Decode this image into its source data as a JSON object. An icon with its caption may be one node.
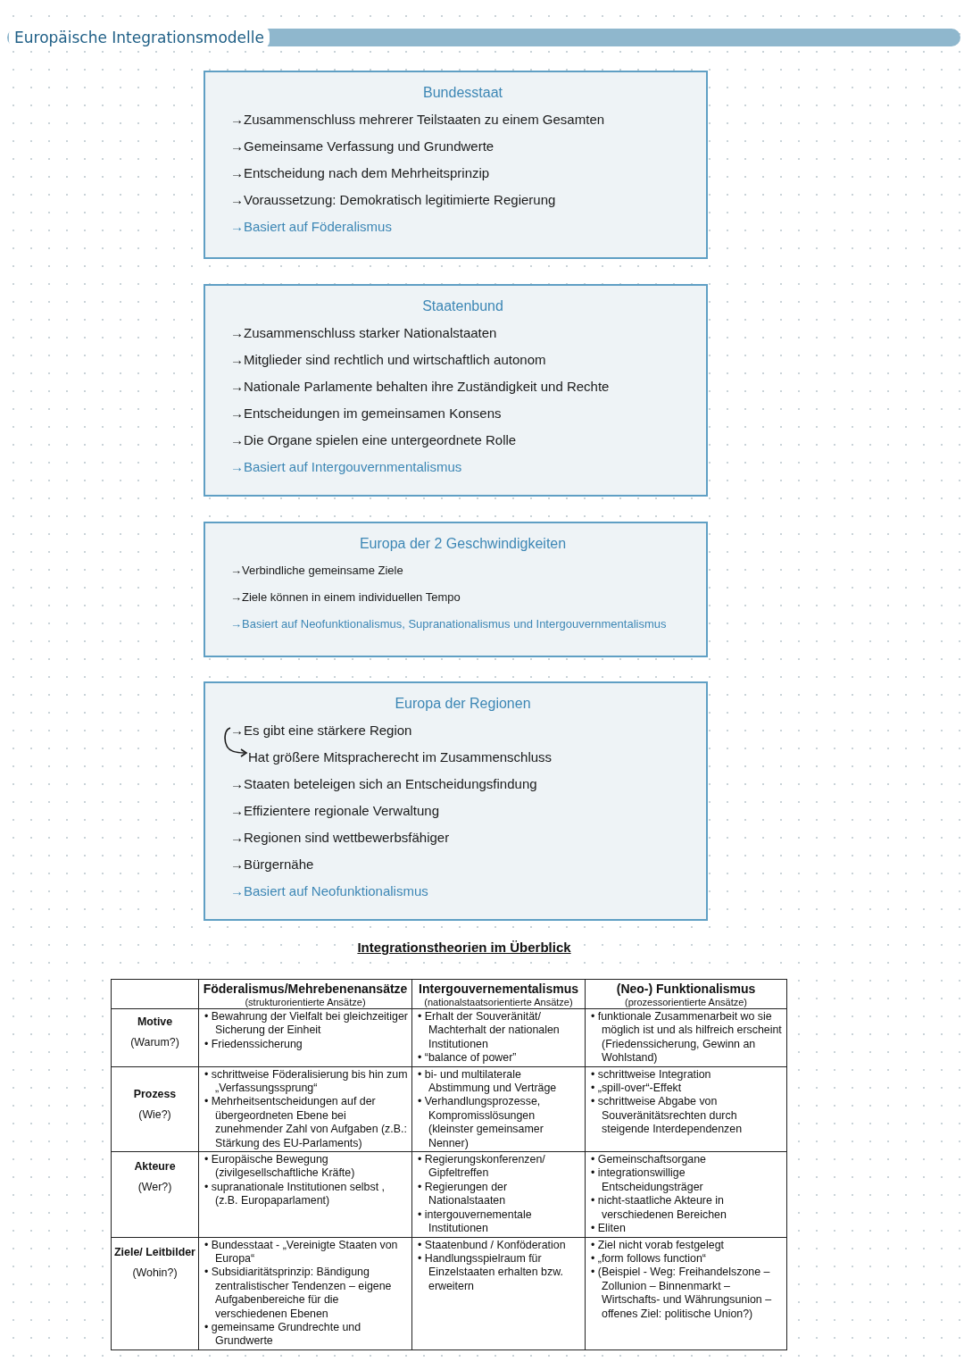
{
  "diagram": {
    "title": "Europäische Integrationsmodelle",
    "nodes": [
      {
        "text": [
          "Bundesstaat",
          "→Zusammenschluss mehrerer Teilstaaten zu einem Gesamten",
          "→Gemeinsame Verfassung und Grundwerte",
          "→Entscheidung nach dem Mehrheitsprinzip",
          "→Voraussetzung: Demokratisch legitimierte Regierung",
          "→Basiert auf Föderalismus"
        ]
      },
      {
        "text": [
          "Staatenbund",
          "→Zusammenschluss starker Nationalstaaten",
          "→Mitglieder sind rechtlich und wirtschaftlich autonom",
          "→Nationale Parlamente behalten ihre Zuständigkeit und Rechte",
          "→Entscheidungen im gemeinsamen Konsens",
          "→Die Organe spielen eine untergeordnete Rolle",
          "→Basiert auf Intergouvernmentalismus"
        ]
      },
      {
        "text": [
          "Europa der 2 Geschwindigkeiten",
          "→Verbindliche gemeinsame Ziele",
          "→Ziele können in einem individuellen Tempo",
          "→Basiert auf Neofunktionalismus, Supranationalismus und Intergouvernmentalismus"
        ]
      },
      {
        "text": [
          "Europa der Regionen",
          "→Es gibt eine stärkere Region",
          "Hat größere Mitspracherecht im Zusammenschluss",
          "→Staaten beteleigen sich an Entscheidungsfindung",
          "→Effizientere regionale Verwaltung",
          "→Regionen sind wettbewerbsfähiger",
          "→Bürgernähe",
          "→Basiert auf Neofunktionalismus"
        ]
      }
    ],
    "labels": [
      "Integrationstheorien im Überblick",
      "Föderalismus/Mehrebenenansätze",
      "(strukturorientierte Ansätze)",
      "Intergouvernementalismus",
      "(nationalstaatsorientierte Ansätze)",
      "(Neo-) Funktionalismus",
      "(prozessorientierte Ansätze)",
      "Motive",
      "(Warum?)",
      "• Bewahrung der Vielfalt bei gleichzeitiger Sicherung der Einheit",
      "• Friedenssicherung",
      "• Erhalt der Souveränität/ Machterhalt der nationalen Institutionen",
      "• “balance of power”",
      "• funktionale Zusammenarbeit wo sie möglich ist und als hilfreich erscheint (Friedenssicherung, Gewinn an Wohlstand)",
      "Prozess",
      "(Wie?)",
      "• schrittweise Föderalisierung bis hin zum „Verfassungssprung“",
      "• Mehrheitsentscheidungen auf der übergeordneten Ebene bei zunehmender Zahl von Aufgaben (z.B.: Stärkung des EU-Parlaments)",
      "• bi- und multilaterale Abstimmung und Verträge",
      "• Verhandlungsprozesse, Kompromisslösungen (kleinster gemeinsamer Nenner)",
      "• schrittweise Integration",
      "• „spill-over“-Effekt",
      "• schrittweise Abgabe von Souveränitätsrechten durch steigende Interdependenzen",
      "Akteure",
      "(Wer?)",
      "• Europäische Bewegung (zivilgesellschaftliche Kräfte)",
      "• supranationale Institutionen selbst , (z.B. Europaparlament)",
      "• Regierungskonferenzen/ Gipfeltreffen",
      "• Regierungen der Nationalstaaten",
      "• intergouvernementale Institutionen",
      "• Gemeinschaftsorgane",
      "• integrationswillige Entscheidungsträger",
      "• nicht-staatliche Akteure in verschiedenen Bereichen",
      "• Eliten",
      "Ziele/ Leitbilder",
      "(Wohin?)",
      "• Bundesstaat - „Vereinigte Staaten von Europa“",
      "• Subsidiaritätsprinzip: Bändigung zentralistischer Tendenzen – eigene Aufgabenbereiche für die verschiedenen Ebenen",
      "• gemeinsame Grundrechte und Grundwerte",
      "• Staatenbund / Konföderation",
      "• Handlungsspielraum für Einzelstaaten erhalten bzw. erweitern",
      "• Ziel nicht vorab festgelegt",
      "• „form follows function“",
      "• (Beispiel - Weg: Freihandelszone – Zollunion – Binnenmarkt – Wirtschafts- und Währungsunion – offenes Ziel: politische Union?)"
    ]
  }
}
